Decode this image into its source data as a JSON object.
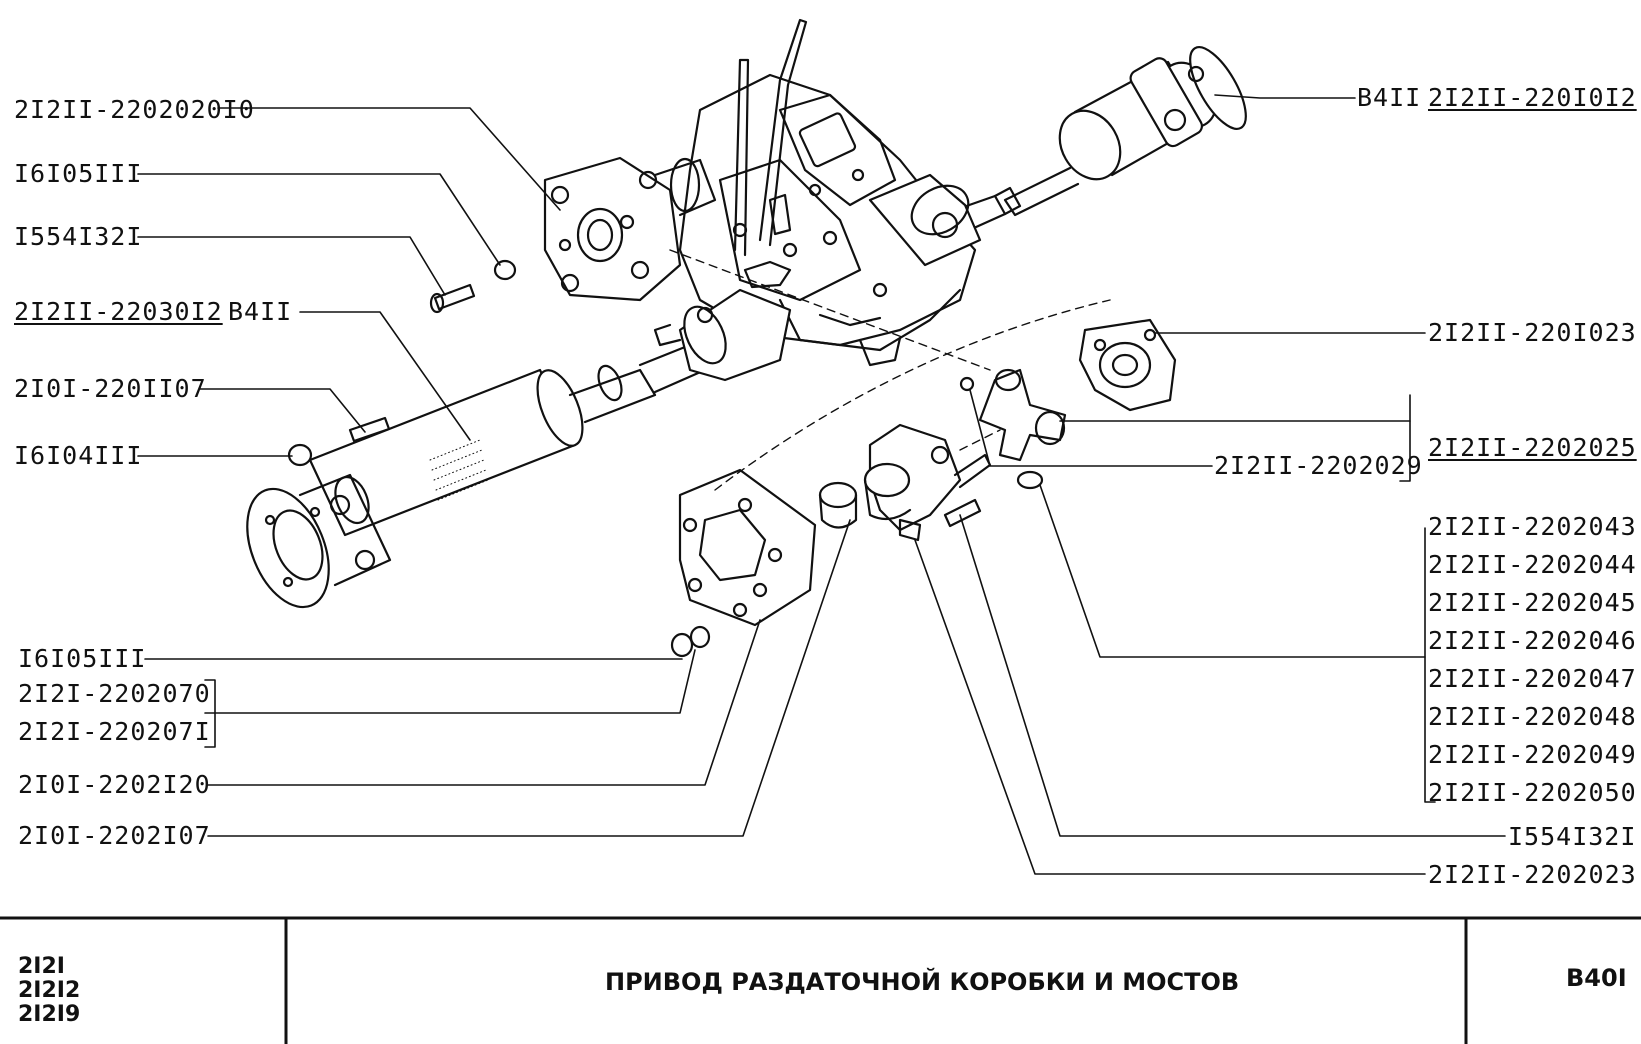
{
  "labels_left": [
    "2I2II-2202020I0",
    "I6I05III",
    "I554I32I",
    "2I2II-22030I2",
    "B4II",
    "2I0I-220II07",
    "I6I04III",
    "I6I05III",
    "2I2I-2202070",
    "2I2I-220207I",
    "2I0I-2202I20",
    "2I0I-2202I07"
  ],
  "labels_right": [
    "B4II",
    "2I2II-220I0I2",
    "2I2II-220I023",
    "2I2II-2202029",
    "2I2II-2202025",
    "I554I32I",
    "2I2II-2202023"
  ],
  "labels_group": [
    "2I2II-2202043",
    "2I2II-2202044",
    "2I2II-2202045",
    "2I2II-2202046",
    "2I2II-2202047",
    "2I2II-2202048",
    "2I2II-2202049",
    "2I2II-2202050"
  ],
  "title_block": {
    "models": [
      "2I2I",
      "2I2I2",
      "2I2I9"
    ],
    "title": "ПРИВОД РАЗДАТОЧНОЙ КОРОБКИ И МОСТОВ",
    "sheet": "B40I"
  }
}
